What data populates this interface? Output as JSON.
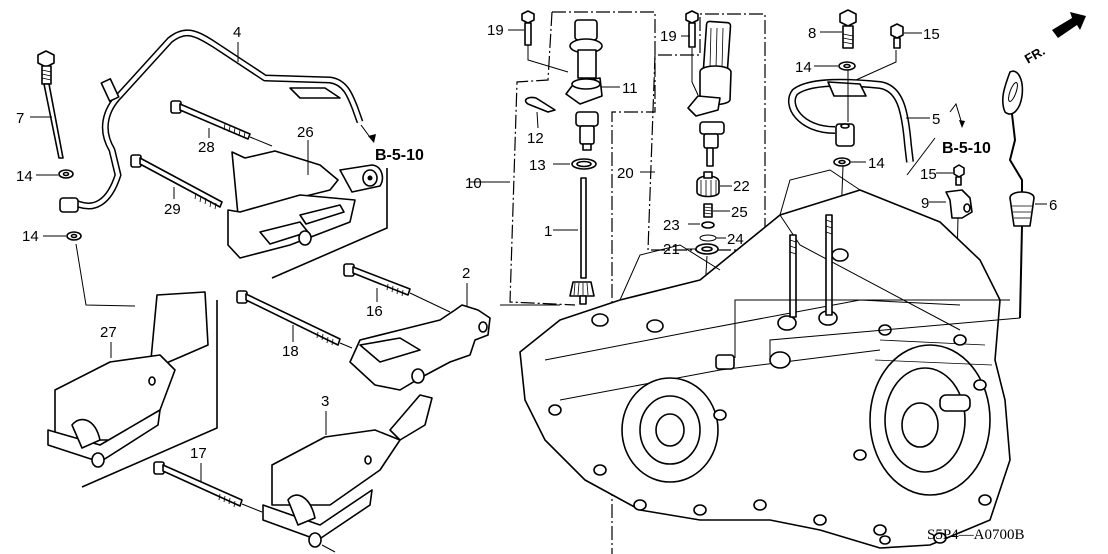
{
  "diagram": {
    "title": "Transmission speed sensor / dipstick / wire harness bracket exploded view",
    "diagram_code": "S5P4—A0700B",
    "front_indicator": "FR.",
    "reference_labels": [
      "B-5-10",
      "B-5-10"
    ],
    "callouts": [
      {
        "id": "1",
        "label": "1"
      },
      {
        "id": "2",
        "label": "2"
      },
      {
        "id": "3",
        "label": "3"
      },
      {
        "id": "4",
        "label": "4"
      },
      {
        "id": "5",
        "label": "5"
      },
      {
        "id": "6",
        "label": "6"
      },
      {
        "id": "7",
        "label": "7"
      },
      {
        "id": "8",
        "label": "8"
      },
      {
        "id": "9",
        "label": "9"
      },
      {
        "id": "10",
        "label": "10"
      },
      {
        "id": "11",
        "label": "11"
      },
      {
        "id": "12",
        "label": "12"
      },
      {
        "id": "13",
        "label": "13"
      },
      {
        "id": "14a",
        "label": "14"
      },
      {
        "id": "14b",
        "label": "14"
      },
      {
        "id": "14c",
        "label": "14"
      },
      {
        "id": "14d",
        "label": "14"
      },
      {
        "id": "15a",
        "label": "15"
      },
      {
        "id": "15b",
        "label": "15"
      },
      {
        "id": "16",
        "label": "16"
      },
      {
        "id": "17",
        "label": "17"
      },
      {
        "id": "18",
        "label": "18"
      },
      {
        "id": "19a",
        "label": "19"
      },
      {
        "id": "19b",
        "label": "19"
      },
      {
        "id": "20",
        "label": "20"
      },
      {
        "id": "21",
        "label": "21"
      },
      {
        "id": "22",
        "label": "22"
      },
      {
        "id": "23",
        "label": "23"
      },
      {
        "id": "24",
        "label": "24"
      },
      {
        "id": "25",
        "label": "25"
      },
      {
        "id": "26",
        "label": "26"
      },
      {
        "id": "27",
        "label": "27"
      },
      {
        "id": "28",
        "label": "28"
      },
      {
        "id": "29",
        "label": "29"
      }
    ]
  }
}
